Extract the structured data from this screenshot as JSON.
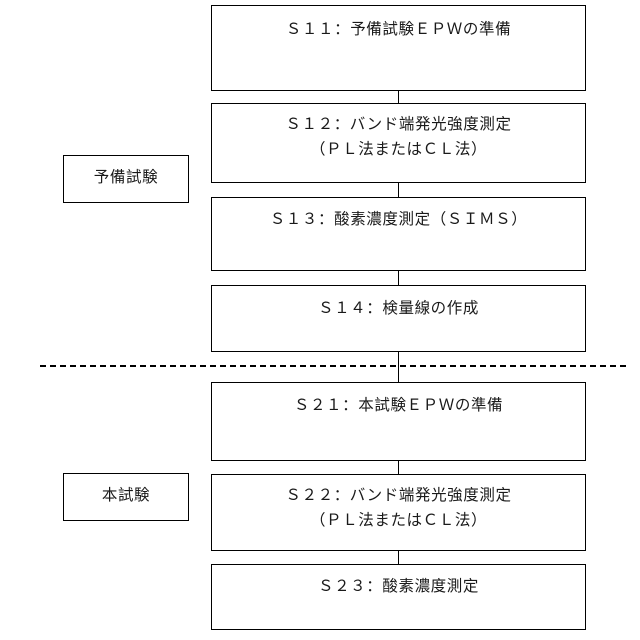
{
  "diagram": {
    "title": "Flowchart: preliminary test and main test procedure",
    "background_color": "#ffffff",
    "line_color": "#000000",
    "text_color": "#1a1a1a"
  },
  "phases": [
    {
      "id": "preliminary",
      "label": "予備試験"
    },
    {
      "id": "main",
      "label": "本試験"
    }
  ],
  "steps": [
    {
      "id": "s11",
      "code": "Ｓ１１",
      "line1": "Ｓ１１：予備試験ＥＰＷの準備",
      "line2": "",
      "phase": "preliminary"
    },
    {
      "id": "s12",
      "code": "Ｓ１２",
      "line1": "Ｓ１２：バンド端発光強度測定",
      "line2": "（ＰＬ法またはＣＬ法）",
      "phase": "preliminary"
    },
    {
      "id": "s13",
      "code": "Ｓ１３",
      "line1": "Ｓ１３：酸素濃度測定（ＳＩＭＳ）",
      "line2": "",
      "phase": "preliminary"
    },
    {
      "id": "s14",
      "code": "Ｓ１４",
      "line1": "Ｓ１４：検量線の作成",
      "line2": "",
      "phase": "preliminary"
    },
    {
      "id": "s21",
      "code": "Ｓ２１",
      "line1": "Ｓ２１：本試験ＥＰＷの準備",
      "line2": "",
      "phase": "main"
    },
    {
      "id": "s22",
      "code": "Ｓ２２",
      "line1": "Ｓ２２：バンド端発光強度測定",
      "line2": "（ＰＬ法またはＣＬ法）",
      "phase": "main"
    },
    {
      "id": "s23",
      "code": "Ｓ２３",
      "line1": "Ｓ２３：酸素濃度測定",
      "line2": "",
      "phase": "main"
    }
  ],
  "separator": {
    "style": "dashed",
    "note": ""
  }
}
